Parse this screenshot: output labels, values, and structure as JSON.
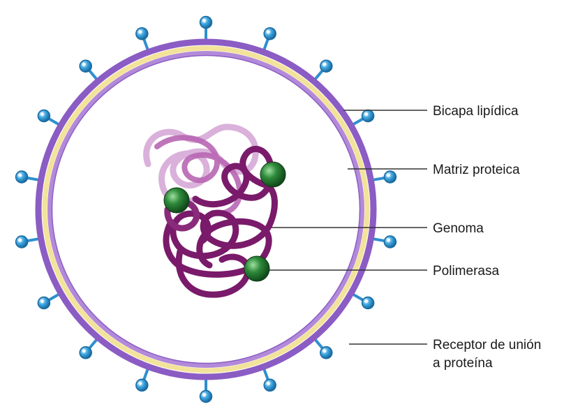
{
  "labels": {
    "bilayer": "Bicapa lipídica",
    "matrix": "Matriz proteica",
    "genome": "Genoma",
    "polymerase": "Polimerasa",
    "receptor_line1": "Receptor de unión",
    "receptor_line2": "a proteína"
  },
  "colors": {
    "outer_membrane": "#8b5cc4",
    "inner_membrane": "#b28ad9",
    "bilayer_core": "#f3e39a",
    "genome": "#7a1a6a",
    "genome_light": "#c27ac0",
    "polymerase": "#2e8a3a",
    "receptor": "#3aa3dd"
  },
  "icons": {
    "receptor": "spike-ball-icon",
    "polymerase": "green-sphere-icon"
  }
}
